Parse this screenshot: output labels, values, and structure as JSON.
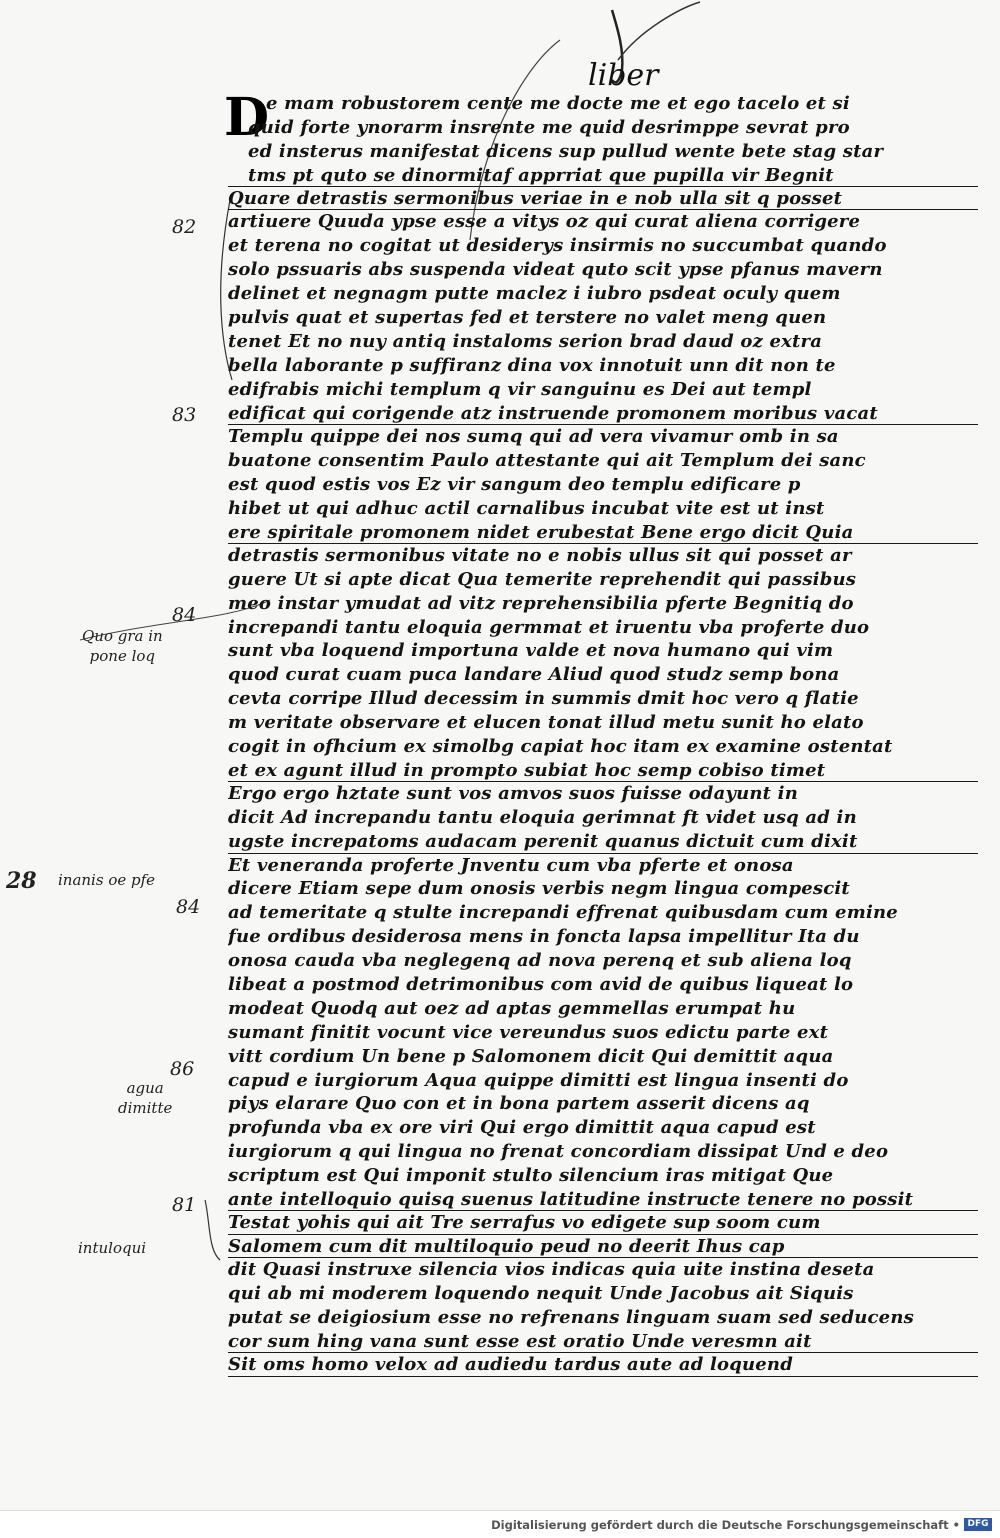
{
  "header": {
    "word": "liber"
  },
  "initial": "D",
  "lines": [
    "e mam robustorem cente me docte me et ego tacelo et si",
    "quid forte ynorarm insrente me quid desrimppe sevrat pro",
    "ed insterus manifestat dicens sup pullud wente bete stag star",
    "tms pt quto se dinormitaf apprriat que pupilla vir Begnit",
    "Quare detrastis sermonibus veriae in e nob ulla sit q posset",
    "artiuere Quuda ypse esse a vitys oz qui curat aliena corrigere",
    "et terena no cogitat ut desiderys insirmis no succumbat quando",
    "solo pssuaris abs suspenda videat quto scit ypse pfanus mavern",
    "delinet et negnagm putte maclez i iubro psdeat oculy quem",
    "pulvis quat et supertas fed et terstere no valet meng quen",
    "tenet Et no nuy antiq instaloms serion brad daud oz extra",
    "bella laborante p suffiranz dina vox innotuit unn dit non te",
    "edifrabis michi templum q vir sanguinu es Dei aut templ",
    "edificat qui corigende atz instruende promonem moribus vacat",
    "Templu quippe dei nos sumq qui ad vera vivamur omb in sa",
    "buatone consentim Paulo attestante qui ait Templum dei sanc",
    "est quod estis vos Ez vir sangum deo templu edificare p",
    "hibet ut qui adhuc actil carnalibus incubat vite est ut inst",
    "ere spiritale promonem nidet erubestat Bene ergo dicit Quia",
    "detrastis sermonibus vitate no e nobis ullus sit qui posset ar",
    "guere Ut si apte dicat Qua temerite reprehendit qui passibus",
    "meo instar ymudat ad vitz reprehensibilia pferte Begnitiq do",
    "increpandi tantu eloquia germmat et iruentu vba proferte duo",
    "sunt vba loquend importuna valde et nova humano qui vim",
    "quod curat cuam puca landare Aliud quod studz semp bona",
    "cevta corripe Illud decessim in summis dmit hoc vero q flatie",
    "m veritate observare et elucen tonat illud metu sunit ho elato",
    "cogit in ofhcium ex simolbg capiat hoc itam ex examine ostentat",
    "et ex agunt illud in prompto subiat hoc semp cobiso timet",
    "Ergo ergo hztate sunt vos amvos suos fuisse odayunt in",
    "dicit Ad increpandu tantu eloquia gerimnat ft videt usq ad in",
    "ugste increpatoms audacam perenit quanus dictuit cum dixit",
    "Et veneranda proferte Jnventu cum vba pferte et onosa",
    "dicere Etiam sepe dum onosis verbis negm lingua compescit",
    "ad temeritate q stulte increpandi effrenat quibusdam cum emine",
    "fue ordibus desiderosa mens in foncta lapsa impellitur Ita du",
    "onosa cauda vba neglegenq ad nova perenq et sub aliena loq",
    "libeat a postmod detrimonibus com avid de quibus liqueat lo",
    "modeat Quodq aut oez ad aptas gemmellas erumpat hu",
    "sumant finitit vocunt vice vereundus suos edictu parte ext",
    "vitt cordium Un bene p Salomonem dicit Qui demittit aqua",
    "capud e iurgiorum Aqua quippe dimitti est lingua insenti do",
    "piys elarare Quo con et in bona partem asserit dicens aq",
    "profunda vba ex ore viri Qui ergo dimittit aqua capud est",
    "iurgiorum q qui lingua no frenat concordiam dissipat Und e deo",
    "scriptum est Qui imponit stulto silencium iras mitigat Que",
    "ante intelloquio quisq suenus latitudine instructe tenere no possit",
    "Testat yohis qui ait Tre serrafus vo edigete sup soom cum",
    "Salomem cum dit multiloquio peud no deerit Ihus cap",
    "dit Quasi instruxe silencia vios indicas quia uite instina deseta",
    "qui ab mi moderem loquendo nequit Unde Jacobus ait Siquis",
    "putat se deigiosium esse no refrenans linguam suam sed seducens",
    "cor sum hing vana sunt esse est oratio Unde veresmn ait",
    "Sit oms homo velox ad audiedu tardus aute ad loquend"
  ],
  "margin_numbers": [
    "82",
    "83",
    "84",
    "28",
    "84",
    "86",
    "81"
  ],
  "margin_notes": [
    "Quo gra in\npone loq",
    "inanis oe pfe",
    "agua\ndimitte",
    "intuloqui"
  ],
  "footer": {
    "text": "Digitalisierung gefördert durch die Deutsche Forschungsgemeinschaft •",
    "logo": "DFG"
  }
}
